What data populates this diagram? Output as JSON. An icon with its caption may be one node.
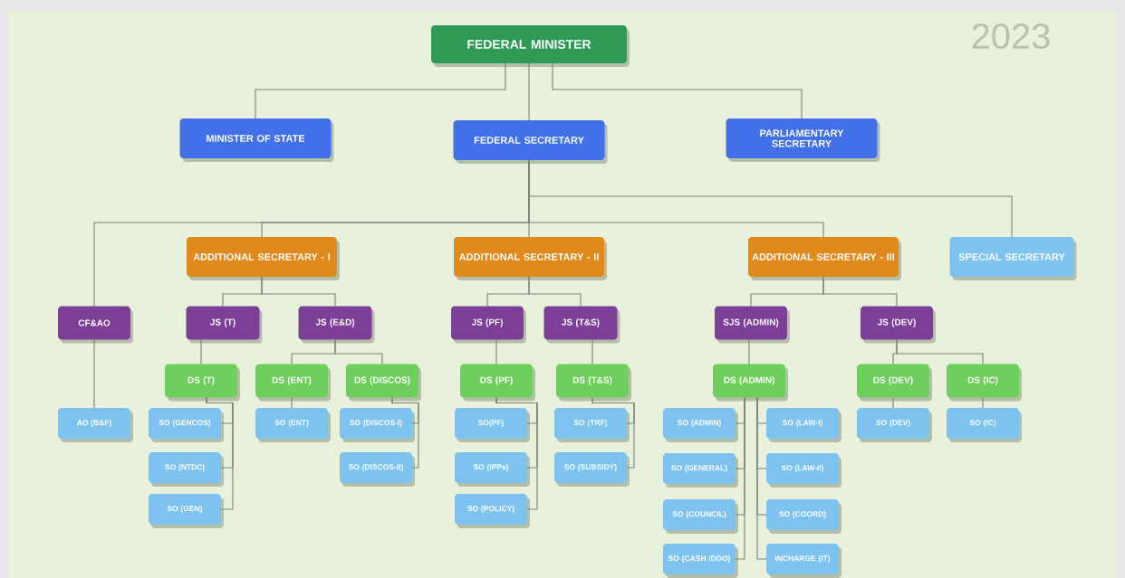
{
  "diagram": {
    "nodes": [
      {
        "text": [
          "FEDERAL MINISTER"
        ]
      },
      {
        "text": [
          "MINISTER OF STATE"
        ]
      },
      {
        "text": [
          "FEDERAL SECRETARY"
        ]
      },
      {
        "text": [
          "PARLIAMENTARY SECRETARY"
        ]
      },
      {
        "text": [
          "ADDITIONAL SECRETARY - I"
        ]
      },
      {
        "text": [
          "ADDITIONAL SECRETARY - II"
        ]
      },
      {
        "text": [
          "ADDITIONAL SECRETARY - III"
        ]
      },
      {
        "text": [
          "SPECIAL SECRETARY"
        ]
      },
      {
        "text": [
          "CF&AO"
        ]
      },
      {
        "text": [
          "JS (T)"
        ]
      },
      {
        "text": [
          "JS (E&D)"
        ]
      },
      {
        "text": [
          "JS (PF)"
        ]
      },
      {
        "text": [
          "JS (T&S)"
        ]
      },
      {
        "text": [
          "SJS (ADMIN)"
        ]
      },
      {
        "text": [
          "JS (DEV)"
        ]
      },
      {
        "text": [
          "DS (T)"
        ]
      },
      {
        "text": [
          "DS (ENT)"
        ]
      },
      {
        "text": [
          "DS (DISCOS)"
        ]
      },
      {
        "text": [
          "DS (PF)"
        ]
      },
      {
        "text": [
          "DS (T&S)"
        ]
      },
      {
        "text": [
          "DS (ADMIN)"
        ]
      },
      {
        "text": [
          "DS (DEV)"
        ]
      },
      {
        "text": [
          "DS (IC)"
        ]
      },
      {
        "text": [
          "AO (B&F)"
        ]
      },
      {
        "text": [
          "SO (GENCOS)"
        ]
      },
      {
        "text": [
          "SO (NTDC)"
        ]
      },
      {
        "text": [
          "SO (GEN)"
        ]
      },
      {
        "text": [
          "SO (ENT)"
        ]
      },
      {
        "text": [
          "SO (DISCOS-I)"
        ]
      },
      {
        "text": [
          "SO (DISCOS-II)"
        ]
      },
      {
        "text": [
          "SO(PF)"
        ]
      },
      {
        "text": [
          "SO (IPPs)"
        ]
      },
      {
        "text": [
          "SO (POLICY)"
        ]
      },
      {
        "text": [
          "SO (TRF)"
        ]
      },
      {
        "text": [
          "SO (SUBSIDY)"
        ]
      },
      {
        "text": [
          "SO (ADMIN)"
        ]
      },
      {
        "text": [
          "SO (LAW-I)"
        ]
      },
      {
        "text": [
          "SO (GENERAL)"
        ]
      },
      {
        "text": [
          "SO (LAW-II)"
        ]
      },
      {
        "text": [
          "SO (COUNCIL)"
        ]
      },
      {
        "text": [
          "SO (COORD)"
        ]
      },
      {
        "text": [
          "SO (CASH /DDO)"
        ]
      },
      {
        "text": [
          "INCHARGE (IT)"
        ]
      },
      {
        "text": [
          "SO (DEV)"
        ]
      },
      {
        "text": [
          "SO (IC)"
        ]
      }
    ],
    "edges": [
      {
        "from": 0,
        "to": 1,
        "arrow": "none"
      },
      {
        "from": 0,
        "to": 2,
        "arrow": "none"
      },
      {
        "from": 0,
        "to": 3,
        "arrow": "none"
      },
      {
        "from": 2,
        "to": 8,
        "arrow": "none"
      },
      {
        "from": 2,
        "to": 4,
        "arrow": "none"
      },
      {
        "from": 2,
        "to": 5,
        "arrow": "none"
      },
      {
        "from": 2,
        "to": 6,
        "arrow": "none"
      },
      {
        "from": 2,
        "to": 7,
        "arrow": "none"
      },
      {
        "from": 4,
        "to": 9,
        "arrow": "none"
      },
      {
        "from": 4,
        "to": 10,
        "arrow": "none"
      },
      {
        "from": 5,
        "to": 11,
        "arrow": "none"
      },
      {
        "from": 5,
        "to": 12,
        "arrow": "none"
      },
      {
        "from": 6,
        "to": 13,
        "arrow": "none"
      },
      {
        "from": 6,
        "to": 14,
        "arrow": "none"
      },
      {
        "from": 8,
        "to": 23,
        "arrow": "none"
      },
      {
        "from": 9,
        "to": 15,
        "arrow": "none"
      },
      {
        "from": 10,
        "to": 16,
        "arrow": "none"
      },
      {
        "from": 10,
        "to": 17,
        "arrow": "none"
      },
      {
        "from": 11,
        "to": 18,
        "arrow": "none"
      },
      {
        "from": 12,
        "to": 19,
        "arrow": "none"
      },
      {
        "from": 13,
        "to": 20,
        "arrow": "none"
      },
      {
        "from": 14,
        "to": 21,
        "arrow": "none"
      },
      {
        "from": 14,
        "to": 22,
        "arrow": "none"
      },
      {
        "from": 15,
        "to": 24,
        "arrow": "none"
      },
      {
        "from": 15,
        "to": 25,
        "arrow": "none"
      },
      {
        "from": 15,
        "to": 26,
        "arrow": "none"
      },
      {
        "from": 16,
        "to": 27,
        "arrow": "none"
      },
      {
        "from": 17,
        "to": 28,
        "arrow": "none"
      },
      {
        "from": 17,
        "to": 29,
        "arrow": "none"
      },
      {
        "from": 18,
        "to": 30,
        "arrow": "none"
      },
      {
        "from": 18,
        "to": 31,
        "arrow": "none"
      },
      {
        "from": 18,
        "to": 32,
        "arrow": "none"
      },
      {
        "from": 19,
        "to": 33,
        "arrow": "none"
      },
      {
        "from": 19,
        "to": 34,
        "arrow": "none"
      },
      {
        "from": 20,
        "to": 35,
        "arrow": "none"
      },
      {
        "from": 20,
        "to": 36,
        "arrow": "none"
      },
      {
        "from": 20,
        "to": 37,
        "arrow": "none"
      },
      {
        "from": 20,
        "to": 38,
        "arrow": "none"
      },
      {
        "from": 20,
        "to": 39,
        "arrow": "none"
      },
      {
        "from": 20,
        "to": 40,
        "arrow": "none"
      },
      {
        "from": 20,
        "to": 41,
        "arrow": "none"
      },
      {
        "from": 20,
        "to": 42,
        "arrow": "none"
      },
      {
        "from": 21,
        "to": 43,
        "arrow": "none"
      },
      {
        "from": 22,
        "to": 44,
        "arrow": "none"
      }
    ],
    "labels": [
      "2023"
    ]
  }
}
